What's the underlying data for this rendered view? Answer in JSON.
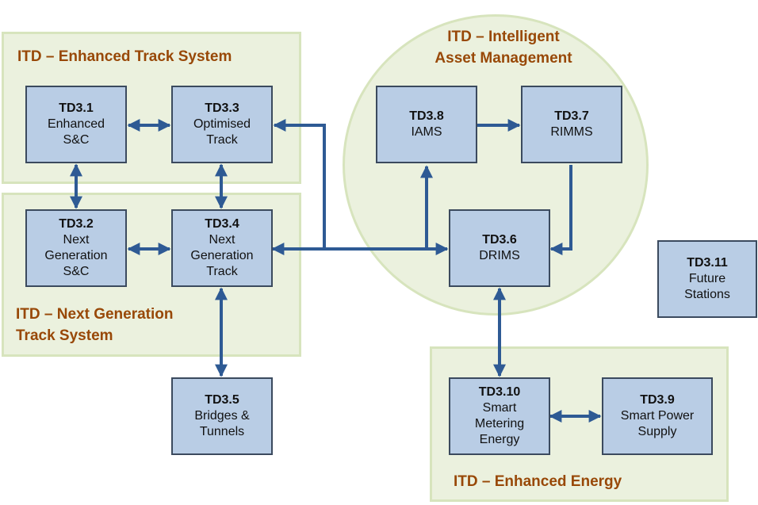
{
  "colors": {
    "group_fill": "#ebf1de",
    "group_border": "#d7e4bd",
    "group_title": "#984807",
    "box_fill": "#b9cde5",
    "box_border": "#3b4a5e",
    "arrow": "#2e5a94"
  },
  "groups": {
    "enhanced_track": {
      "title": "ITD – Enhanced Track System"
    },
    "next_gen_track": {
      "title_line1": "ITD – Next Generation",
      "title_line2": "Track System"
    },
    "asset_mgmt": {
      "title_line1": "ITD – Intelligent",
      "title_line2": "Asset Management"
    },
    "enhanced_energy": {
      "title": "ITD – Enhanced Energy"
    }
  },
  "nodes": {
    "td31": {
      "code": "TD3.1",
      "line1": "Enhanced",
      "line2": "S&C"
    },
    "td33": {
      "code": "TD3.3",
      "line1": "Optimised",
      "line2": "Track"
    },
    "td32": {
      "code": "TD3.2",
      "line1": "Next",
      "line2": "Generation",
      "line3": "S&C"
    },
    "td34": {
      "code": "TD3.4",
      "line1": "Next",
      "line2": "Generation",
      "line3": "Track"
    },
    "td35": {
      "code": "TD3.5",
      "line1": "Bridges &",
      "line2": "Tunnels"
    },
    "td38": {
      "code": "TD3.8",
      "line1": "IAMS"
    },
    "td37": {
      "code": "TD3.7",
      "line1": "RIMMS"
    },
    "td36": {
      "code": "TD3.6",
      "line1": "DRIMS"
    },
    "td311": {
      "code": "TD3.11",
      "line1": "Future",
      "line2": "Stations"
    },
    "td310": {
      "code": "TD3.10",
      "line1": "Smart",
      "line2": "Metering",
      "line3": "Energy"
    },
    "td39": {
      "code": "TD3.9",
      "line1": "Smart Power",
      "line2": "Supply"
    }
  },
  "edges": [
    {
      "from": "TD3.1",
      "to": "TD3.3",
      "direction": "both"
    },
    {
      "from": "TD3.1",
      "to": "TD3.2",
      "direction": "both"
    },
    {
      "from": "TD3.3",
      "to": "TD3.4",
      "direction": "both"
    },
    {
      "from": "TD3.2",
      "to": "TD3.4",
      "direction": "both"
    },
    {
      "from": "TD3.4",
      "to": "TD3.5",
      "direction": "both"
    },
    {
      "from": "TD3.4",
      "to": "TD3.6",
      "direction": "both"
    },
    {
      "from": "TD3.6",
      "to": "TD3.3",
      "direction": "forward"
    },
    {
      "from": "TD3.6",
      "to": "TD3.8",
      "direction": "forward"
    },
    {
      "from": "TD3.8",
      "to": "TD3.7",
      "direction": "forward"
    },
    {
      "from": "TD3.7",
      "to": "TD3.6",
      "direction": "forward"
    },
    {
      "from": "TD3.6",
      "to": "TD3.10",
      "direction": "both"
    },
    {
      "from": "TD3.10",
      "to": "TD3.9",
      "direction": "both"
    }
  ]
}
